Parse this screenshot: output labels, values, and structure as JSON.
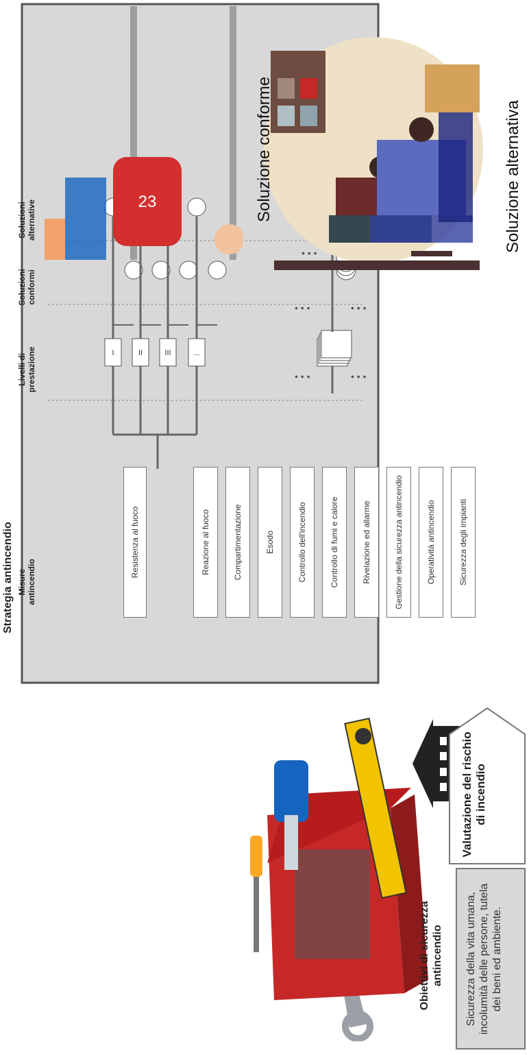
{
  "objectives": {
    "title": "Obiettivi di sicurezza antincendio",
    "text": "Sicurezza della vita umana, incolumità delle persone, tutela dei beni ed ambiente."
  },
  "risk": {
    "title": "Valutazione del rischio di incendio"
  },
  "strategy": {
    "title": "Strategia antincendio",
    "col_measures": "Misure antincendio",
    "col_levels": "Livelli di prestazione",
    "col_conform": "Soluzioni conformi",
    "col_alt": "Soluzioni alternative",
    "first_measure": "Resistenza al fuoco",
    "levels": [
      "I",
      "II",
      "III",
      "..."
    ],
    "measures": [
      "Reazione al fuoco",
      "Compartimentazione",
      "Esodo",
      "Controllo dell'incendio",
      "Controllo di fumi e calore",
      "Rivelazione ed allarme",
      "Gestione della sicurezza antincendio",
      "Operatività antincendio",
      "Sicurezza degli impianti"
    ]
  },
  "illustrations": {
    "conform_label": "Soluzione conforme",
    "alt_label": "Soluzione alternativa",
    "jersey_number": "23"
  },
  "colors": {
    "panel_bg": "#d8d8d8",
    "line": "#666666",
    "border": "#777777"
  }
}
